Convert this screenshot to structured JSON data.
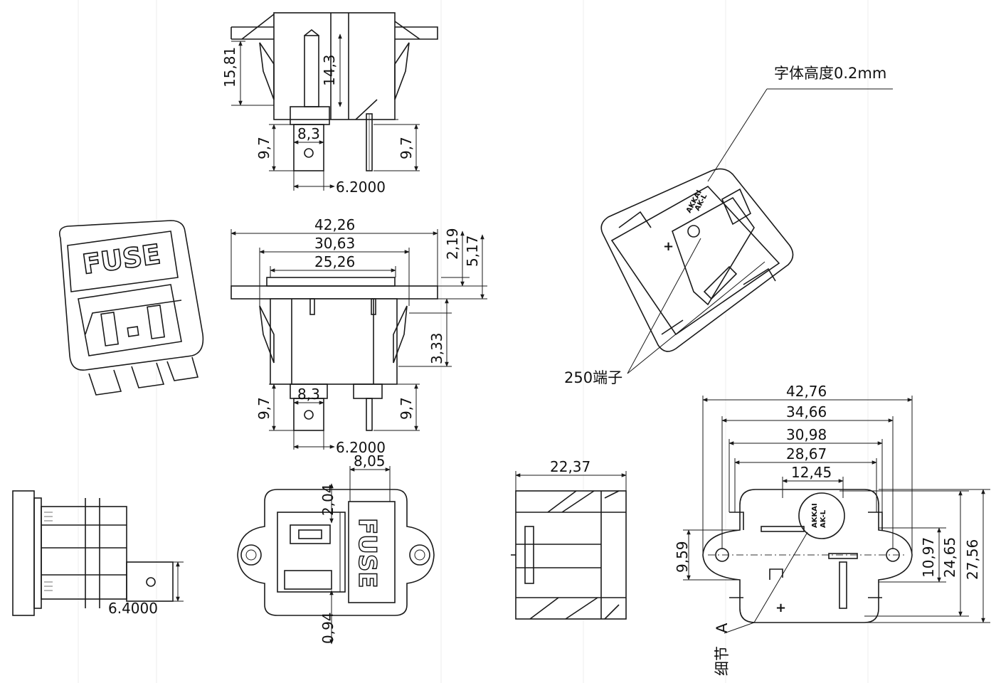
{
  "labels": {
    "font_note": "字体高度0.2mm",
    "terminal_note": "250端子",
    "detail_note": "细节",
    "detail_letter": "A",
    "fuse_text": "FUSE",
    "plus": "+",
    "marking": "AKKAI",
    "marking2": "AK-L"
  },
  "dimensions": {
    "top_height_outer": "15,81",
    "top_height_inner": "14,3",
    "top_pin_left": "9,7",
    "top_pin_width": "8,3",
    "top_pin_right": "9,7",
    "top_tab_width": "6.2000",
    "front_w1": "42,26",
    "front_w2": "30,63",
    "front_w3": "25,26",
    "front_h1": "2,19",
    "front_h2": "5,17",
    "front_h3": "3,33",
    "front_pin_left": "9,7",
    "front_pin_width": "8,3",
    "front_pin_right": "9,7",
    "front_tab_width": "6.2000",
    "side_tab": "6.4000",
    "bottom_w": "8,05",
    "bottom_h1": "2,04",
    "bottom_h2": "0,94",
    "depth": "22,37",
    "plan_w1": "42,76",
    "plan_w2": "34,66",
    "plan_w3": "30,98",
    "plan_w4": "28,67",
    "plan_w5": "12,45",
    "plan_h1": "9,59",
    "plan_h2": "10,97",
    "plan_h3": "24,65",
    "plan_h4": "27,56"
  }
}
